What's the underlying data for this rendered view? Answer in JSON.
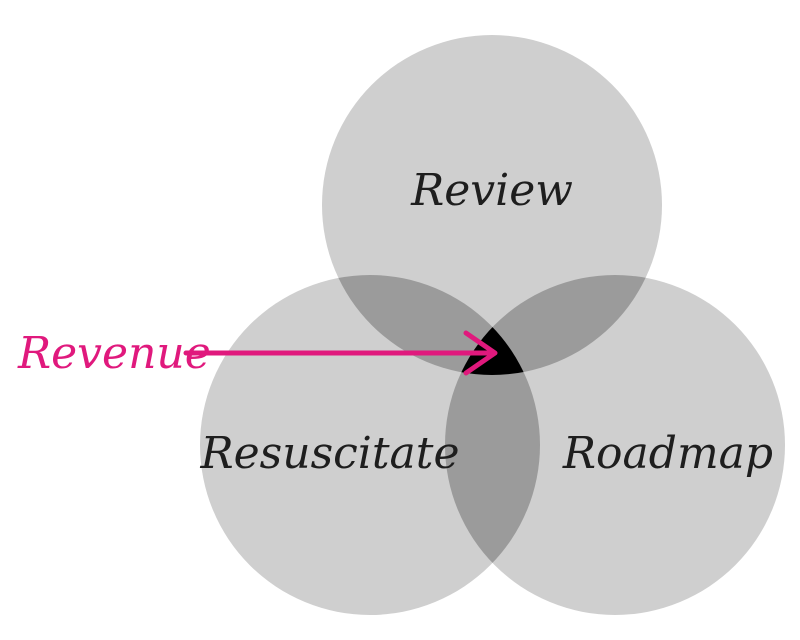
{
  "venn": {
    "circles": [
      {
        "id": "top",
        "label": "Review"
      },
      {
        "id": "left",
        "label": "Resuscitate"
      },
      {
        "id": "right",
        "label": "Roadmap"
      }
    ],
    "center_label": "Revenue"
  },
  "colors": {
    "circle_fill": "#cfcfcf",
    "overlap_2": "#9b9b9b",
    "overlap_center": "#000000",
    "label_text": "#1e1e1e",
    "accent": "#e0197d"
  }
}
